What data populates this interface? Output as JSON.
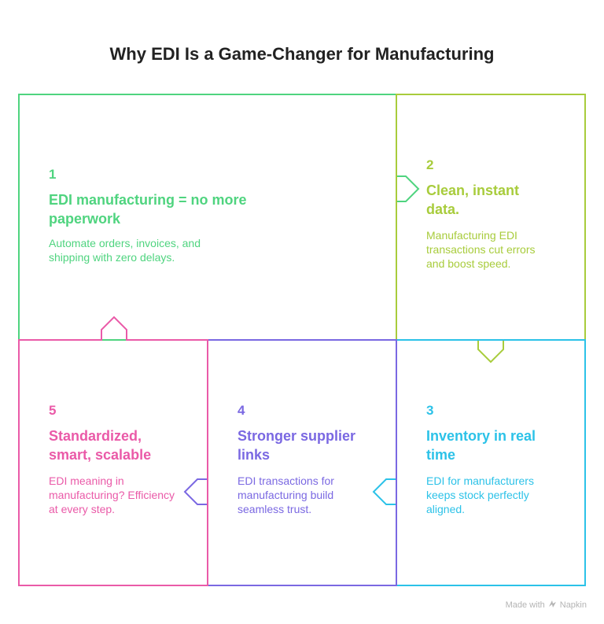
{
  "title": "Why EDI Is a Game-Changer for Manufacturing",
  "colors": {
    "step1": "#4fd47f",
    "step2": "#a8cc3c",
    "step3": "#2cc2e8",
    "step4": "#7a68e2",
    "step5": "#ea5aa8"
  },
  "steps": [
    {
      "number": "1",
      "heading": "EDI manufacturing = no more paperwork",
      "description": "Automate orders, invoices, and shipping with zero delays."
    },
    {
      "number": "2",
      "heading": "Clean, instant data.",
      "description": "Manufacturing EDI transactions cut errors and boost speed."
    },
    {
      "number": "3",
      "heading": "Inventory in real time",
      "description": "EDI for manufacturers keeps stock perfectly aligned."
    },
    {
      "number": "4",
      "heading": "Stronger supplier links",
      "description": "EDI transactions for manufacturing build seamless trust."
    },
    {
      "number": "5",
      "heading": "Standardized, smart, scalable",
      "description": "EDI meaning in manufacturing? Efficiency at every step."
    }
  ],
  "footer": {
    "made_with": "Made with",
    "brand": "Napkin",
    "brand_icon": "napkin-icon"
  }
}
